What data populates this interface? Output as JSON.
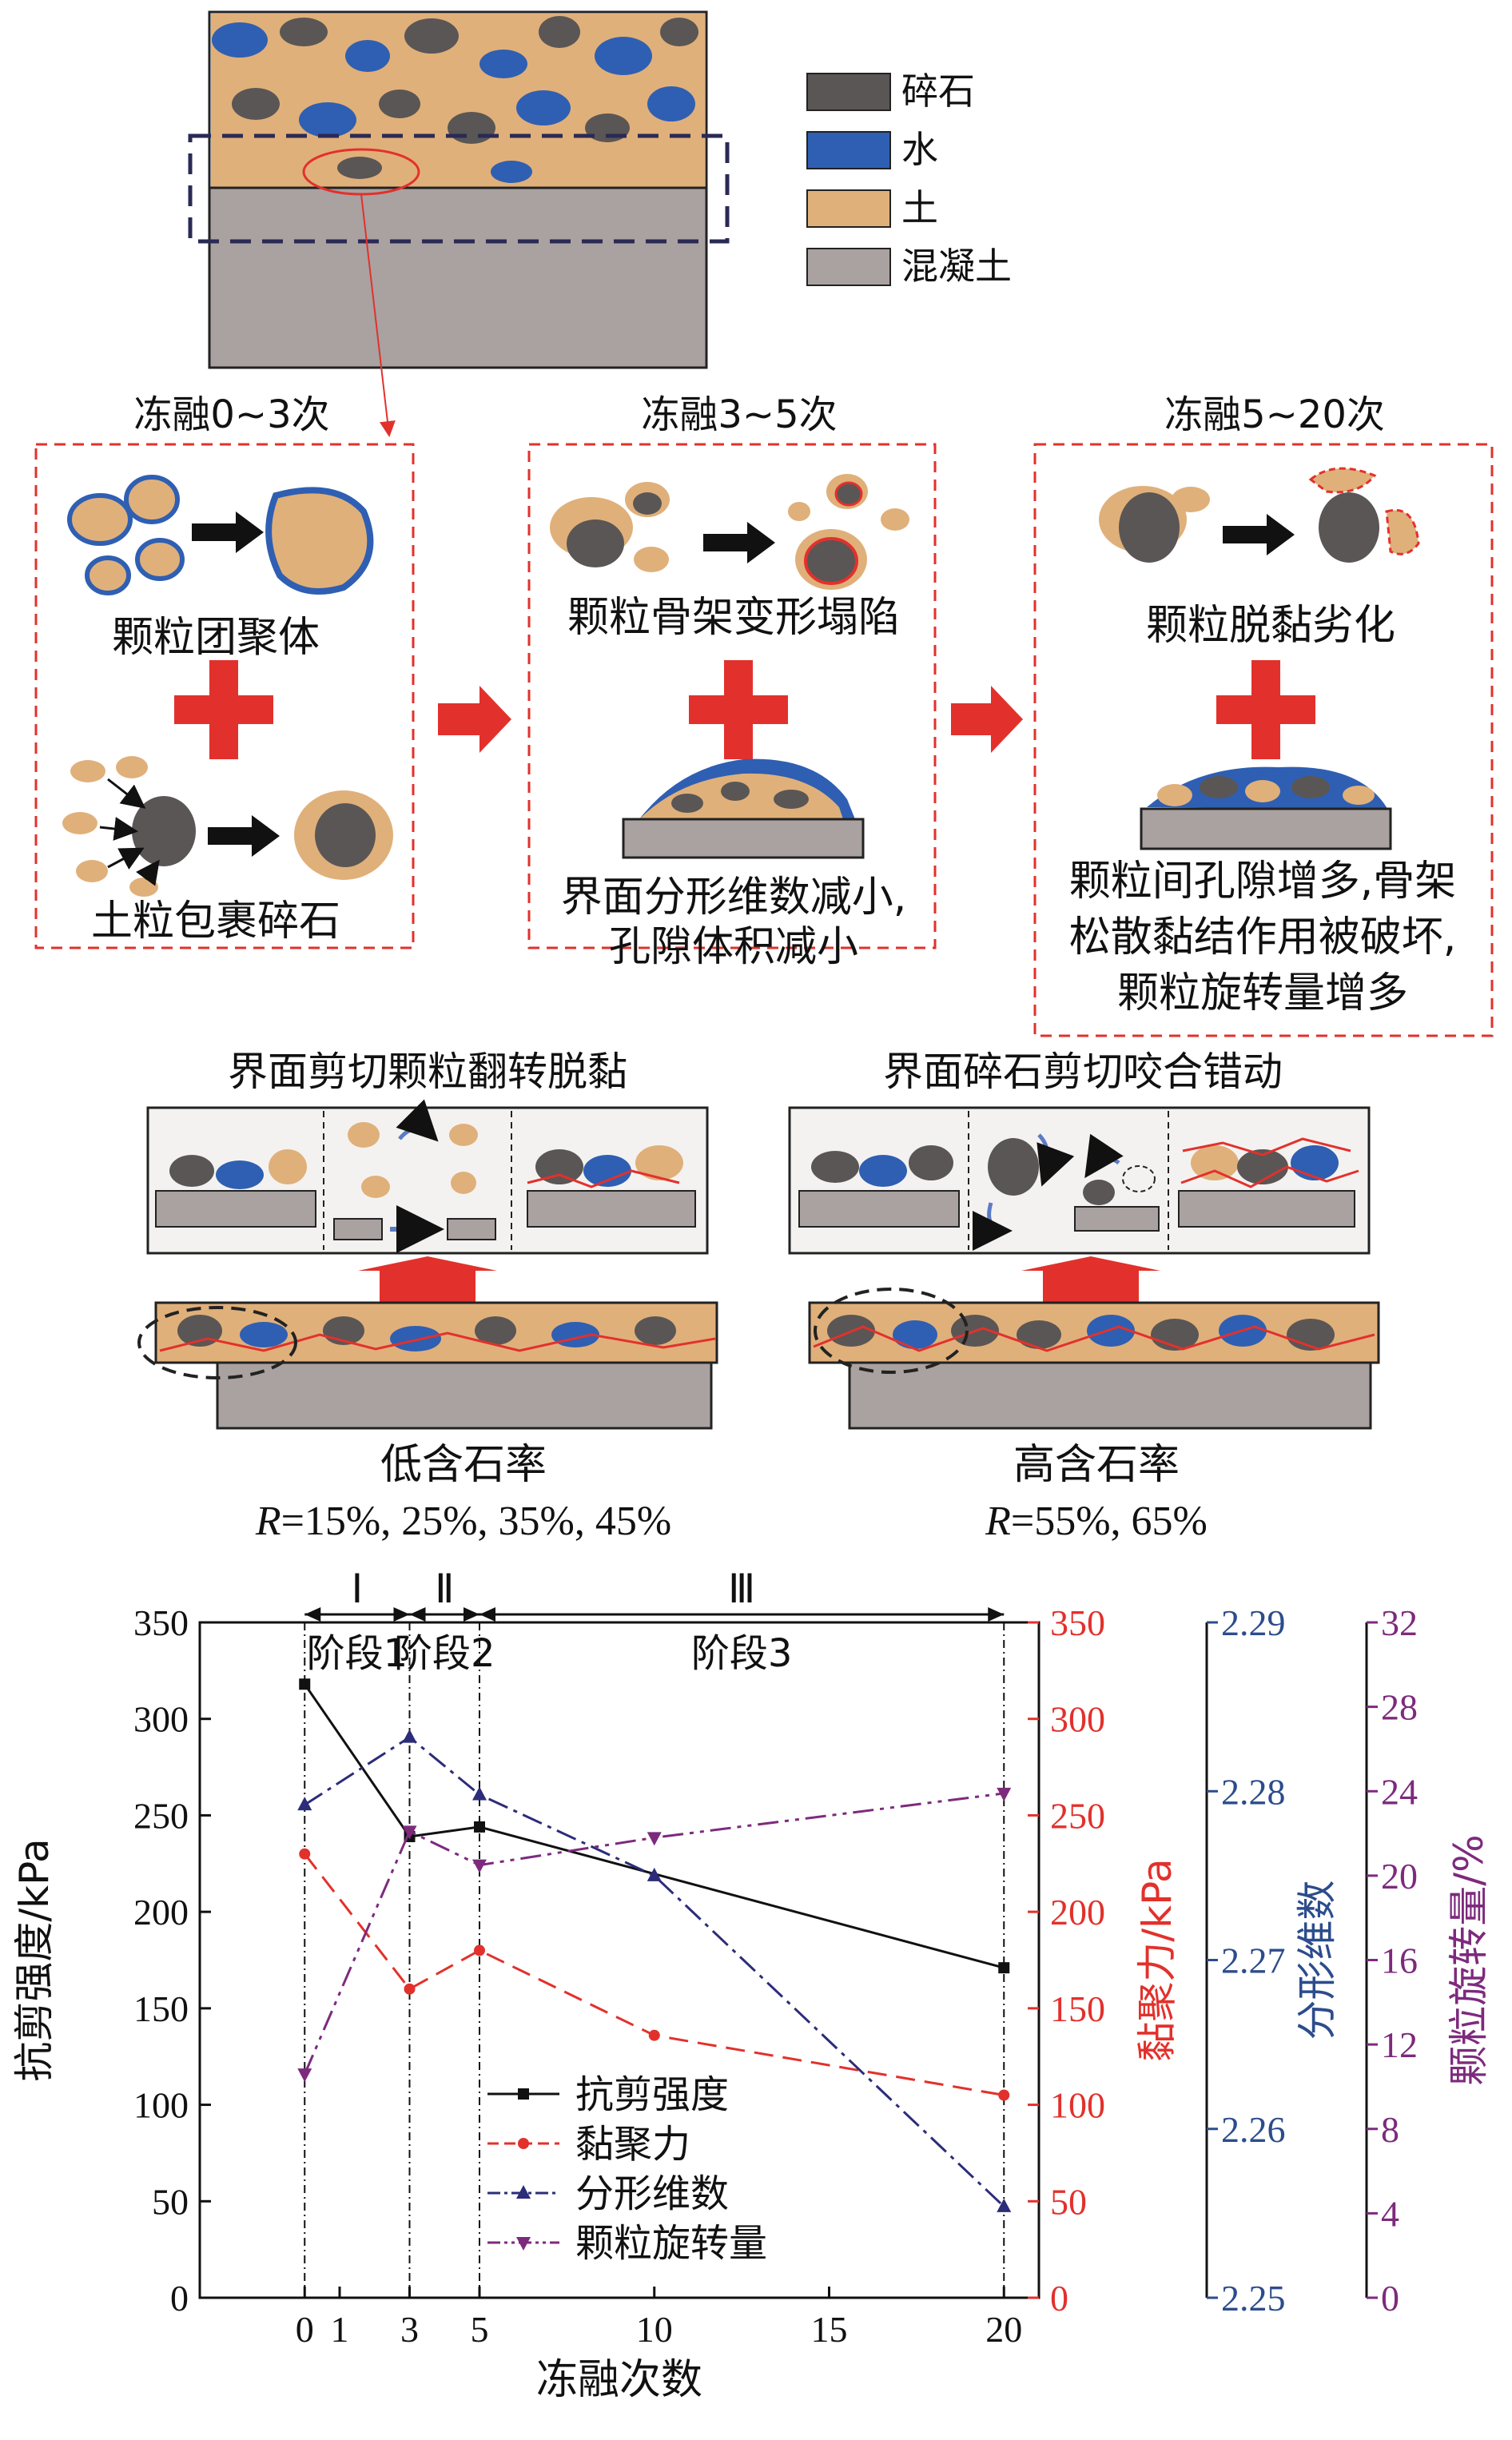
{
  "legend": {
    "items": [
      {
        "label": "碎石",
        "color": "#5a5655"
      },
      {
        "label": "水",
        "color": "#2f5fb2"
      },
      {
        "label": "土",
        "color": "#e0b07a"
      },
      {
        "label": "混凝土",
        "color": "#a9a2a0"
      }
    ]
  },
  "stages": [
    {
      "title": "冻融0~3次",
      "caption1": "颗粒团聚体",
      "caption2": "土粒包裹碎石"
    },
    {
      "title": "冻融3~5次",
      "caption1": "颗粒骨架变形塌陷",
      "caption2a": "界面分形维数减小,",
      "caption2b": "孔隙体积减小"
    },
    {
      "title": "冻融5~20次",
      "caption1": "颗粒脱黏劣化",
      "caption2a": "颗粒间孔隙增多,骨架",
      "caption2b": "松散黏结作用被破坏,",
      "caption2c": "颗粒旋转量增多"
    }
  ],
  "shear": {
    "low": {
      "title": "界面剪切颗粒翻转脱黏",
      "label": "低含石率",
      "r_italic": "R",
      "r_values": "=15%, 25%, 35%, 45%"
    },
    "high": {
      "title": "界面碎石剪切咬合错动",
      "label": "高含石率",
      "r_italic": "R",
      "r_values": "=55%, 65%"
    }
  },
  "chart_data": {
    "type": "line",
    "xlabel": "冻融次数",
    "x_ticks": [
      0,
      1,
      3,
      5,
      10,
      15,
      20
    ],
    "xlim": [
      -3,
      21
    ],
    "stages": [
      {
        "roman": "Ⅰ",
        "label": "阶段1",
        "from": 0,
        "to": 3
      },
      {
        "roman": "Ⅱ",
        "label": "阶段2",
        "from": 3,
        "to": 5
      },
      {
        "roman": "Ⅲ",
        "label": "阶段3",
        "from": 5,
        "to": 20
      }
    ],
    "axes": [
      {
        "id": "left",
        "label": "抗剪强度/kPa",
        "ylim": [
          0,
          350
        ],
        "ticks": [
          0,
          50,
          100,
          150,
          200,
          250,
          300,
          350
        ],
        "color": "#111111"
      },
      {
        "id": "red",
        "label": "黏聚力/kPa",
        "ylim": [
          0,
          350
        ],
        "ticks": [
          0,
          50,
          100,
          150,
          200,
          250,
          300,
          350
        ],
        "color": "#e2312c"
      },
      {
        "id": "blue",
        "label": "分形维数",
        "ylim": [
          2.25,
          2.29
        ],
        "ticks": [
          "2.25",
          "2.26",
          "2.27",
          "2.28",
          "2.29"
        ],
        "color": "#2c4c8c"
      },
      {
        "id": "purple",
        "label": "颗粒旋转量/%",
        "ylim": [
          0,
          32
        ],
        "ticks": [
          0,
          4,
          8,
          12,
          16,
          20,
          24,
          28,
          32
        ],
        "color": "#7d2a7d"
      }
    ],
    "series": [
      {
        "name": "抗剪强度",
        "axis": "left",
        "color": "#111111",
        "dash": "",
        "marker": "square",
        "x": [
          0,
          3,
          5,
          20
        ],
        "y": [
          318,
          239,
          244,
          171
        ]
      },
      {
        "name": "黏聚力",
        "axis": "red",
        "color": "#e2312c",
        "dash": "24,12",
        "marker": "circle",
        "x": [
          0,
          3,
          5,
          10,
          20
        ],
        "y": [
          230,
          160,
          180,
          136,
          105
        ]
      },
      {
        "name": "分形维数",
        "axis": "blue",
        "color": "#2c2c7a",
        "dash": "26,8,5,8",
        "marker": "triangle-up",
        "x": [
          0,
          3,
          5,
          10,
          20
        ],
        "y": [
          2.2792,
          2.2832,
          2.2798,
          2.275,
          2.2554
        ]
      },
      {
        "name": "颗粒旋转量",
        "axis": "purple",
        "color": "#7d2a7d",
        "dash": "26,8,5,8,5,8",
        "marker": "triangle-down",
        "x": [
          0,
          3,
          5,
          10,
          20
        ],
        "y": [
          10.6,
          22.1,
          20.5,
          21.8,
          23.9
        ]
      }
    ]
  }
}
